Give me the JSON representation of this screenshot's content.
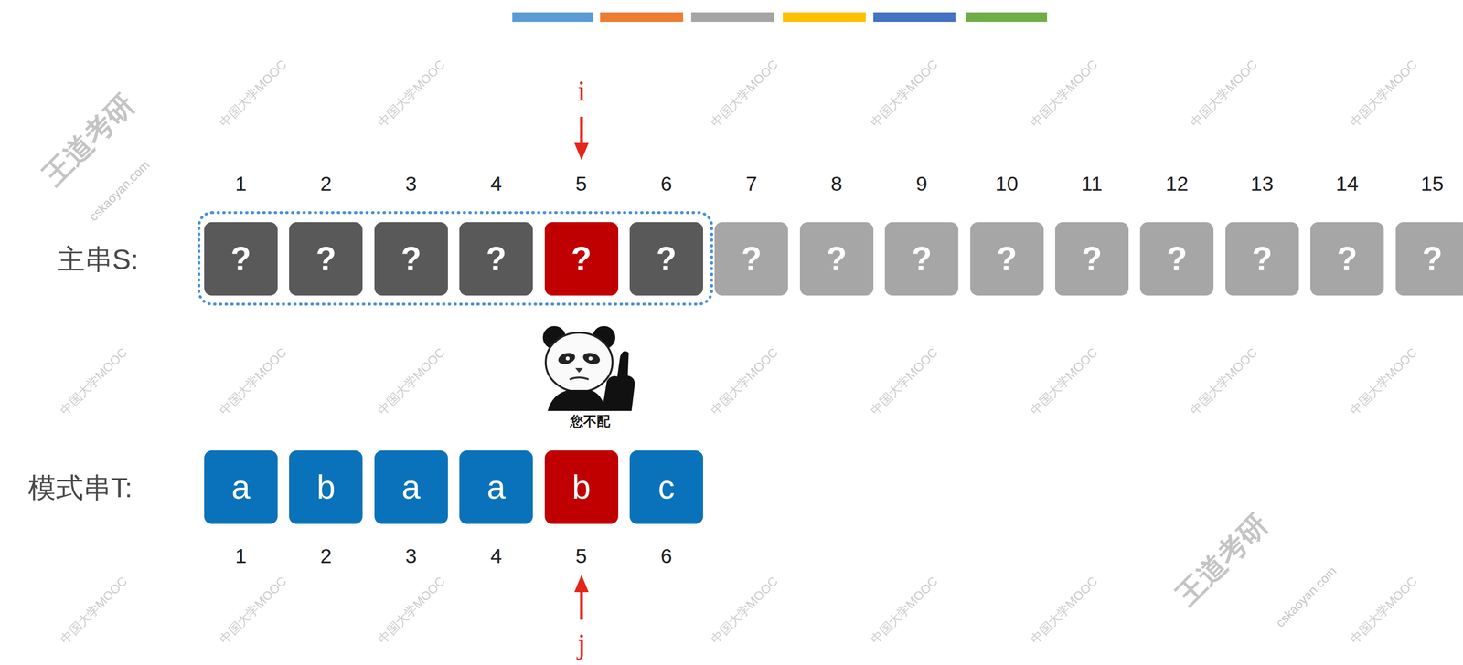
{
  "diagram": {
    "nodes": [
      {
        "text": [
          "?"
        ]
      },
      {
        "text": [
          "?"
        ]
      },
      {
        "text": [
          "?"
        ]
      },
      {
        "text": [
          "?"
        ]
      },
      {
        "text": [
          "?"
        ]
      },
      {
        "text": [
          "?"
        ]
      },
      {
        "text": [
          "?"
        ]
      },
      {
        "text": [
          "?"
        ]
      },
      {
        "text": [
          "?"
        ]
      },
      {
        "text": [
          "?"
        ]
      },
      {
        "text": [
          "?"
        ]
      },
      {
        "text": [
          "?"
        ]
      },
      {
        "text": [
          "?"
        ]
      },
      {
        "text": [
          "?"
        ]
      },
      {
        "text": [
          "?"
        ]
      },
      {
        "text": [
          "a"
        ]
      },
      {
        "text": [
          "b"
        ]
      },
      {
        "text": [
          "a"
        ]
      },
      {
        "text": [
          "a"
        ]
      },
      {
        "text": [
          "b"
        ]
      },
      {
        "text": [
          "c"
        ]
      }
    ],
    "edges": [],
    "labels": [
      "i",
      "1",
      "2",
      "3",
      "4",
      "5",
      "6",
      "7",
      "8",
      "9",
      "10",
      "11",
      "12",
      "13",
      "14",
      "15",
      "主串S:",
      "您不配",
      "模式串T:",
      "1",
      "2",
      "3",
      "4",
      "5",
      "6",
      "j",
      "王道考研",
      "cskaoyan.com",
      "王道考研",
      "cskaoyan.com",
      "中国大学MOOC",
      "中国大学MOOC",
      "中国大学MOOC",
      "中国大学MOOC",
      "中国大学MOOC",
      "中国大学MOOC",
      "中国大学MOOC",
      "中国大学MOOC",
      "中国大学MOOC",
      "中国大学MOOC",
      "中国大学MOOC",
      "中国大学MOOC",
      "中国大学MOOC",
      "中国大学MOOC",
      "中国大学MOOC",
      "中国大学MOOC",
      "中国大学MOOC",
      "中国大学MOOC",
      "中国大学MOOC",
      "中国大学MOOC",
      "中国大学MOOC",
      "中国大学MOOC"
    ]
  }
}
